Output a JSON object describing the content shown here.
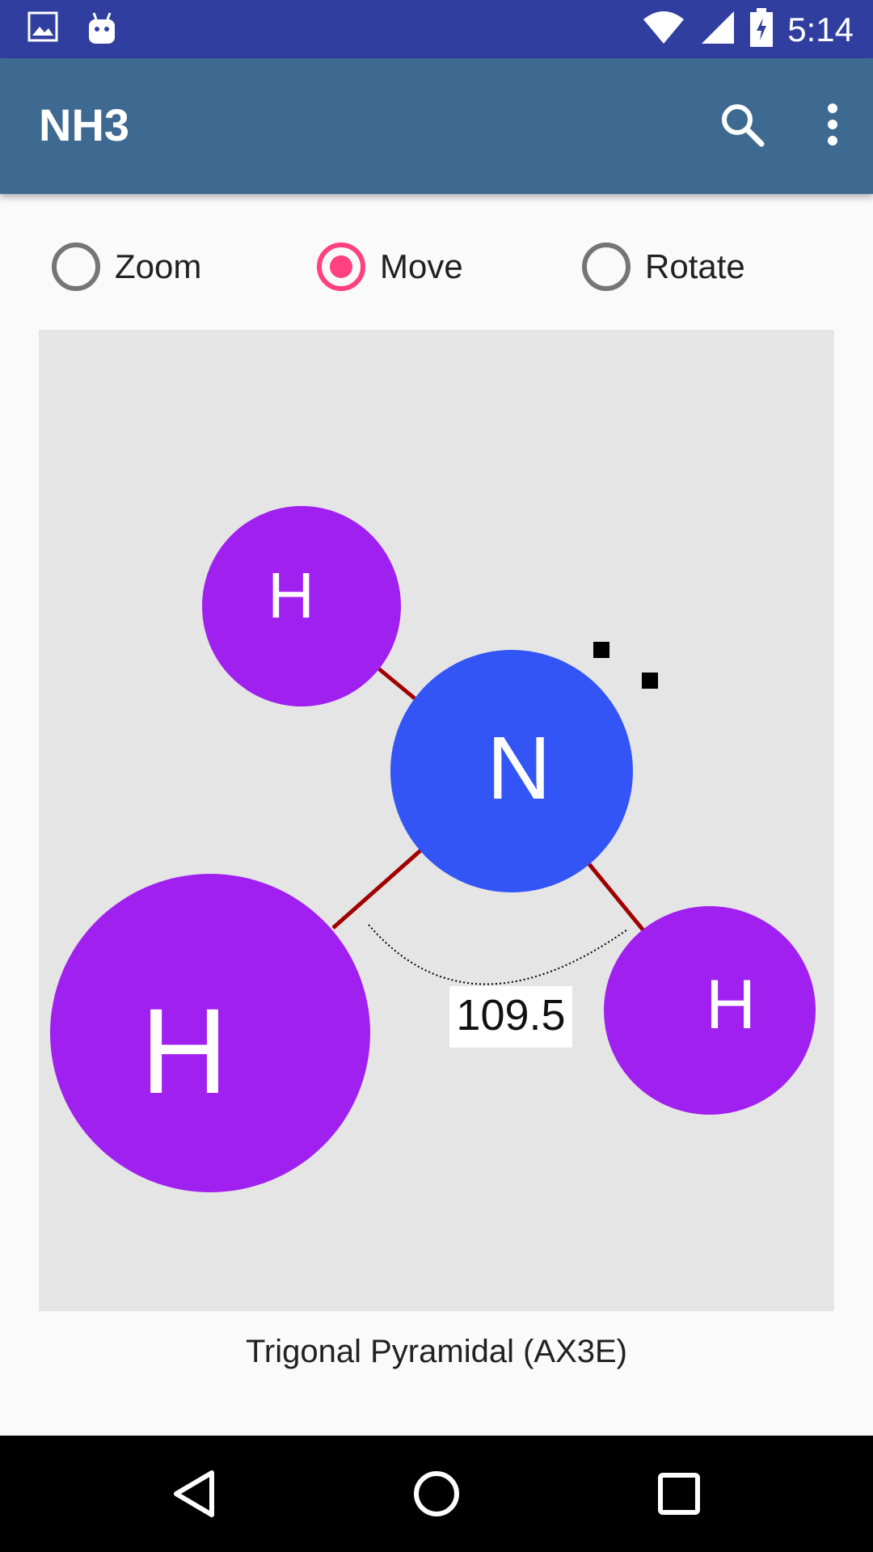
{
  "status_bar": {
    "time": "5:14",
    "icons": [
      "gallery-icon",
      "android-icon",
      "wifi-icon",
      "signal-icon",
      "battery-icon"
    ]
  },
  "app_bar": {
    "title": "NH3",
    "actions": [
      "search-icon",
      "more-vert-icon"
    ]
  },
  "modes": {
    "options": [
      {
        "label": "Zoom",
        "checked": false
      },
      {
        "label": "Move",
        "checked": true
      },
      {
        "label": "Rotate",
        "checked": false
      }
    ]
  },
  "molecule": {
    "central_atom": "N",
    "ligands": [
      "H",
      "H",
      "H"
    ],
    "angle_label": "109.5",
    "colors": {
      "nitrogen": "#3355f5",
      "hydrogen": "#a020f0",
      "bond": "#a00000",
      "background": "#e5e5e5"
    }
  },
  "caption": "Trigonal Pyramidal (AX3E)",
  "nav_bar": {
    "buttons": [
      "back-icon",
      "home-icon",
      "recents-icon"
    ]
  },
  "colors": {
    "status_bar": "#303f9f",
    "app_bar": "#3e6a91",
    "accent": "#ff4081"
  }
}
